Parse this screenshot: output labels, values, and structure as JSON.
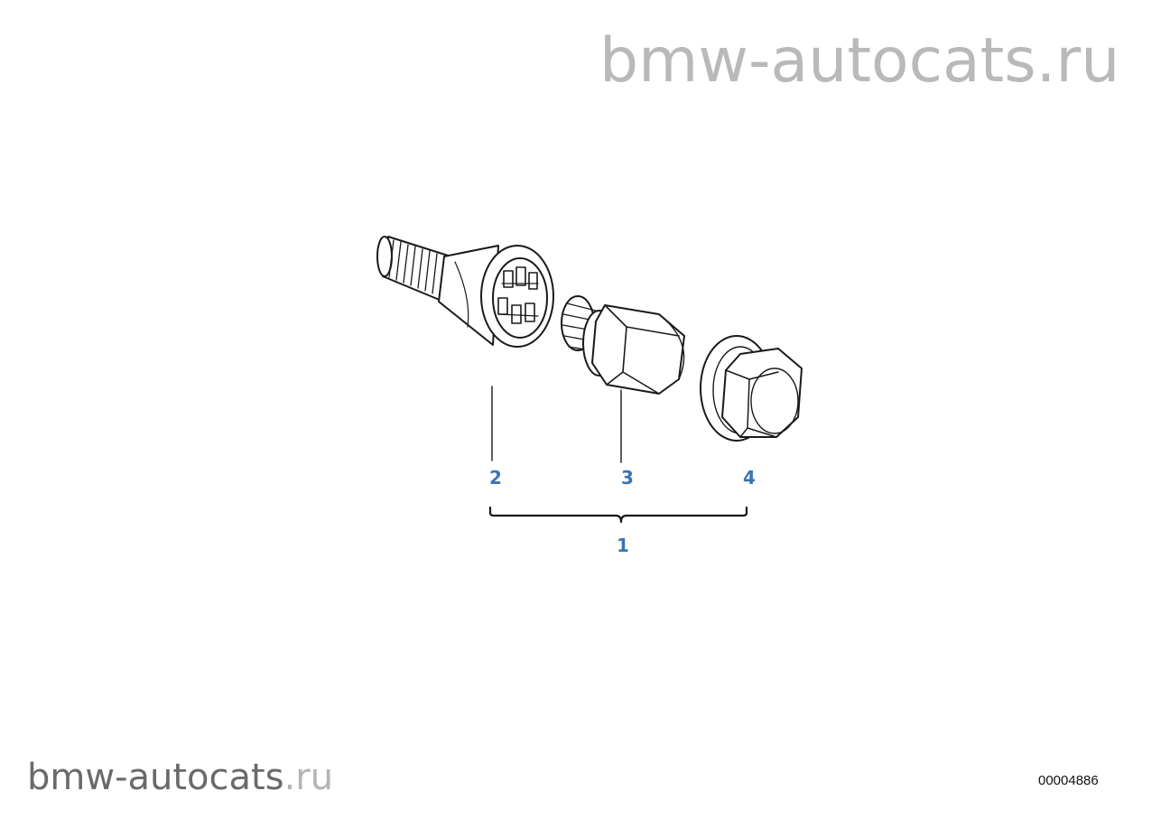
{
  "watermark": {
    "top_text": "bmw-autocats.ru",
    "bottom_main": "bmw-autocats",
    "bottom_tld": ".ru"
  },
  "diagram_number": "00004886",
  "callouts": {
    "assembly": "1",
    "bolt": "2",
    "adapter": "3",
    "cap": "4"
  },
  "colors": {
    "callout": "#3a74b0",
    "line_art": "#1a1a1a",
    "watermark_light": "#b9b9b9"
  }
}
